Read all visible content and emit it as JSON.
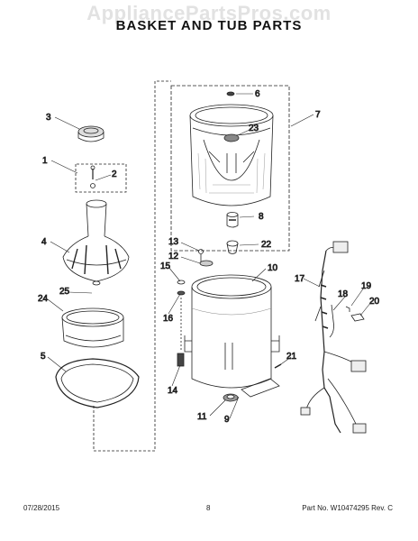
{
  "watermark": "AppliancePartsPros.com",
  "title": "BASKET AND TUB PARTS",
  "callouts": [
    "1",
    "2",
    "3",
    "4",
    "5",
    "6",
    "7",
    "8",
    "9",
    "10",
    "11",
    "12",
    "13",
    "14",
    "15",
    "16",
    "17",
    "18",
    "19",
    "20",
    "21",
    "22",
    "23",
    "24",
    "25"
  ],
  "footer": {
    "date": "07/28/2015",
    "page": "8",
    "part_number": "Part No. W10474295  Rev. C"
  }
}
